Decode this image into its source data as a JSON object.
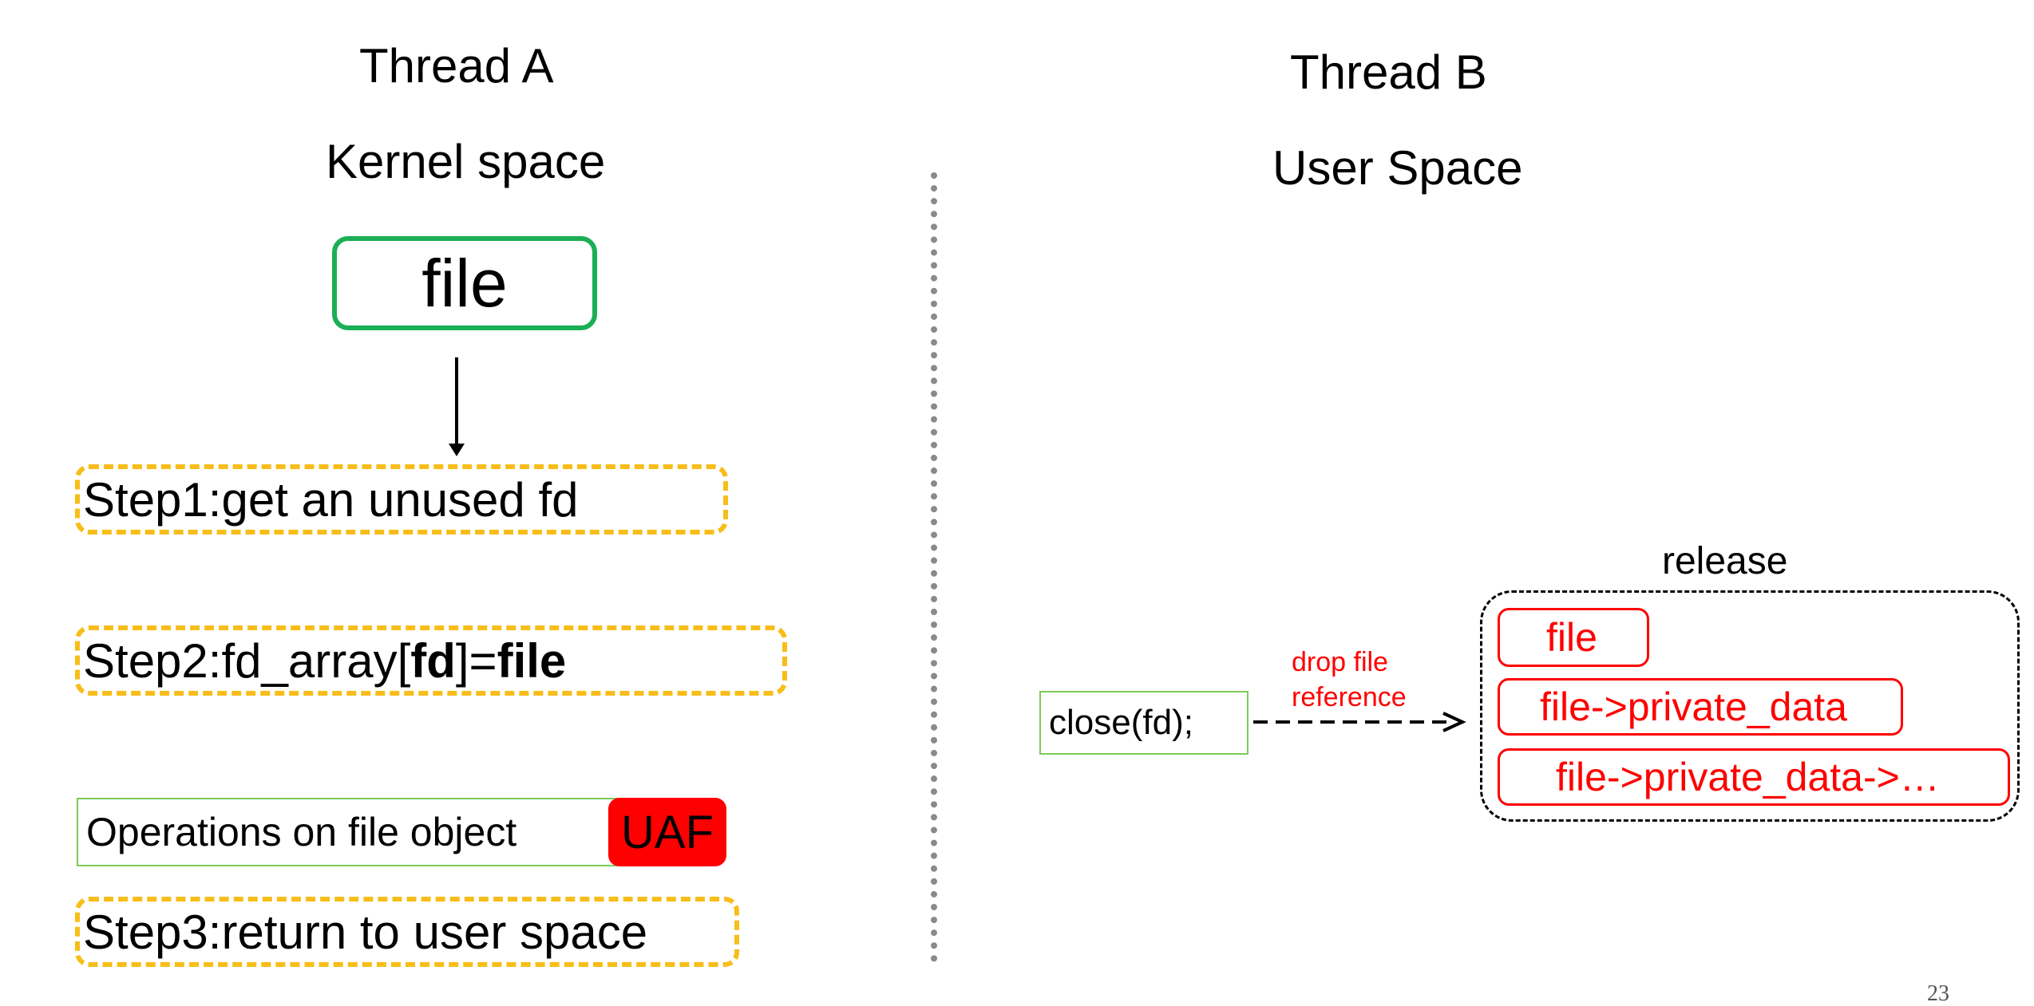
{
  "thread_a": {
    "title": "Thread A",
    "space": "Kernel space",
    "file_box": "file",
    "step1": "Step1:get an unused fd",
    "step2": {
      "prefix": "Step2:fd_array[",
      "fd": "fd",
      "mid": "]=",
      "file": "file"
    },
    "operations": "Operations on file object",
    "uaf": "UAF",
    "step3": "Step3:return to user space"
  },
  "thread_b": {
    "title": "Thread B",
    "space": "User Space",
    "close_call": "close(fd);",
    "drop_label_line1": "drop file",
    "drop_label_line2": "reference",
    "release_title": "release",
    "release_items": [
      "file",
      "file->private_data",
      "file->private_data->…"
    ]
  },
  "page_number": "23",
  "colors": {
    "green_border": "#1aaf54",
    "step_border": "#f8bd19",
    "uaf_fill": "#ff0000",
    "release_text": "#ff0000"
  }
}
